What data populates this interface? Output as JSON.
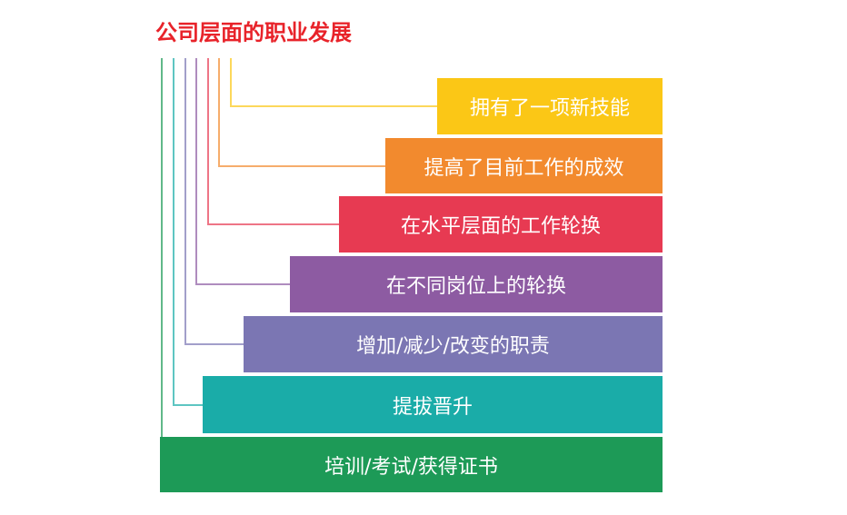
{
  "title": {
    "text": "公司层面的职业发展",
    "color": "#e8232a"
  },
  "steps": [
    {
      "label": "拥有了一项新技能",
      "color": "#fbc716",
      "text_color": "#ffffff"
    },
    {
      "label": "提高了目前工作的成效",
      "color": "#f28a2e",
      "text_color": "#ffffff"
    },
    {
      "label": "在水平层面的工作轮换",
      "color": "#e73a52",
      "text_color": "#ffffff"
    },
    {
      "label": "在不同岗位上的轮换",
      "color": "#8d5ba2",
      "text_color": "#ffffff"
    },
    {
      "label": "增加/减少/改变的职责",
      "color": "#7b76b3",
      "text_color": "#ffffff"
    },
    {
      "label": "提拔晋升",
      "color": "#1aaca8",
      "text_color": "#ffffff"
    },
    {
      "label": "培训/考试/获得证书",
      "color": "#1d9a57",
      "text_color": "#ffffff"
    }
  ]
}
